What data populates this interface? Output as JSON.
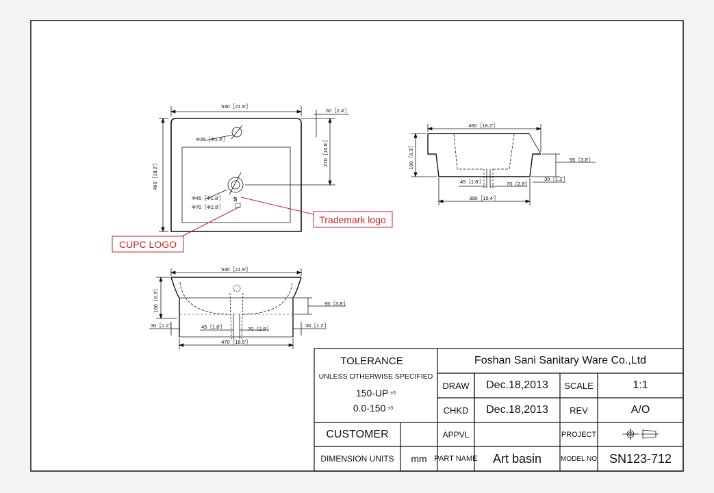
{
  "views": {
    "top": {
      "width": "530［21.9'］",
      "edge_offset": "60［2.4'］",
      "height": "460［18.2'］",
      "drain_offset": "270［10.8'］",
      "faucet_hole": "Φ35［Φ1.4'］",
      "drain_hole": "Φ45［Φ1.8'］",
      "drain_outer": "Φ70［Φ2.8'］"
    },
    "side": {
      "width": "460［18.2'］",
      "height": "160［6.3'］",
      "depth": "95［3.8'］",
      "rim": "30［1.2'］",
      "drain_inner": "45［1.8'］",
      "drain_outer": "70［2.8'］",
      "base_width": "390［15.4'］"
    },
    "front": {
      "width": "530［21.9'］",
      "height": "160［6.3'］",
      "depth": "95［3.8'］",
      "rim_left": "30［1.2'］",
      "rim_right": "30［1.2'］",
      "drain_inner": "45［1.8'］",
      "drain_outer": "70［2.8'］",
      "base_width": "470［18.5'］"
    }
  },
  "callouts": {
    "trademark": "Trademark logo",
    "cupc": "CUPC LOGO"
  },
  "title_block": {
    "tolerance": "TOLERANCE",
    "unless": "UNLESS OTHERWISE SPECIFIED",
    "tol_range_1": "150-UP",
    "tol_range_1_sup": "±5",
    "tol_range_2": "0.0-150",
    "tol_range_2_sup": "±3",
    "company": "Foshan Sani Sanitary Ware Co.,Ltd",
    "draw_label": "DRAW",
    "draw_date": "Dec.18,2013",
    "scale_label": "SCALE",
    "scale_value": "1:1",
    "chkd_label": "CHKD",
    "chkd_date": "Dec.18,2013",
    "rev_label": "REV",
    "rev_value": "A/O",
    "customer_label": "CUSTOMER",
    "appvl_label": "APPVL",
    "project_label": "PROJECT",
    "units_label": "DIMENSION UNITS",
    "units_value": "mm",
    "part_label": "PART NAME",
    "part_value": "Art basin",
    "model_label": "MODEL NO",
    "model_value": "SN123-712"
  },
  "colors": {
    "line": "#111111",
    "callout": "#d42020",
    "paper": "#ffffff"
  }
}
